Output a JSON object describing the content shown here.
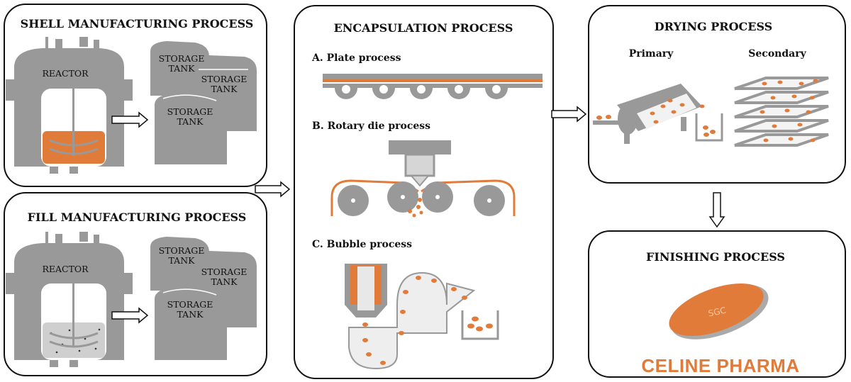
{
  "shell": {
    "title": "SHELL MANUFACTURING PROCESS",
    "reactor_label": "REACTOR",
    "tank_label_line1": "STORAGE",
    "tank_label_line2": "TANK"
  },
  "fill": {
    "title": "FILL MANUFACTURING PROCESS",
    "reactor_label": "REACTOR",
    "tank_label_line1": "STORAGE",
    "tank_label_line2": "TANK"
  },
  "encapsulation": {
    "title": "ENCAPSULATION PROCESS",
    "plate": "A. Plate process",
    "rotary": "B. Rotary die process",
    "bubble": "C. Bubble process"
  },
  "drying": {
    "title": "DRYING PROCESS",
    "primary": "Primary",
    "secondary": "Secondary"
  },
  "finishing": {
    "title": "FINISHING PROCESS",
    "capsule_mark": "SGC",
    "brand": "CELINE PHARMA"
  },
  "colors": {
    "grey": "#999999",
    "orange": "#e07b39",
    "outline": "#111111"
  }
}
